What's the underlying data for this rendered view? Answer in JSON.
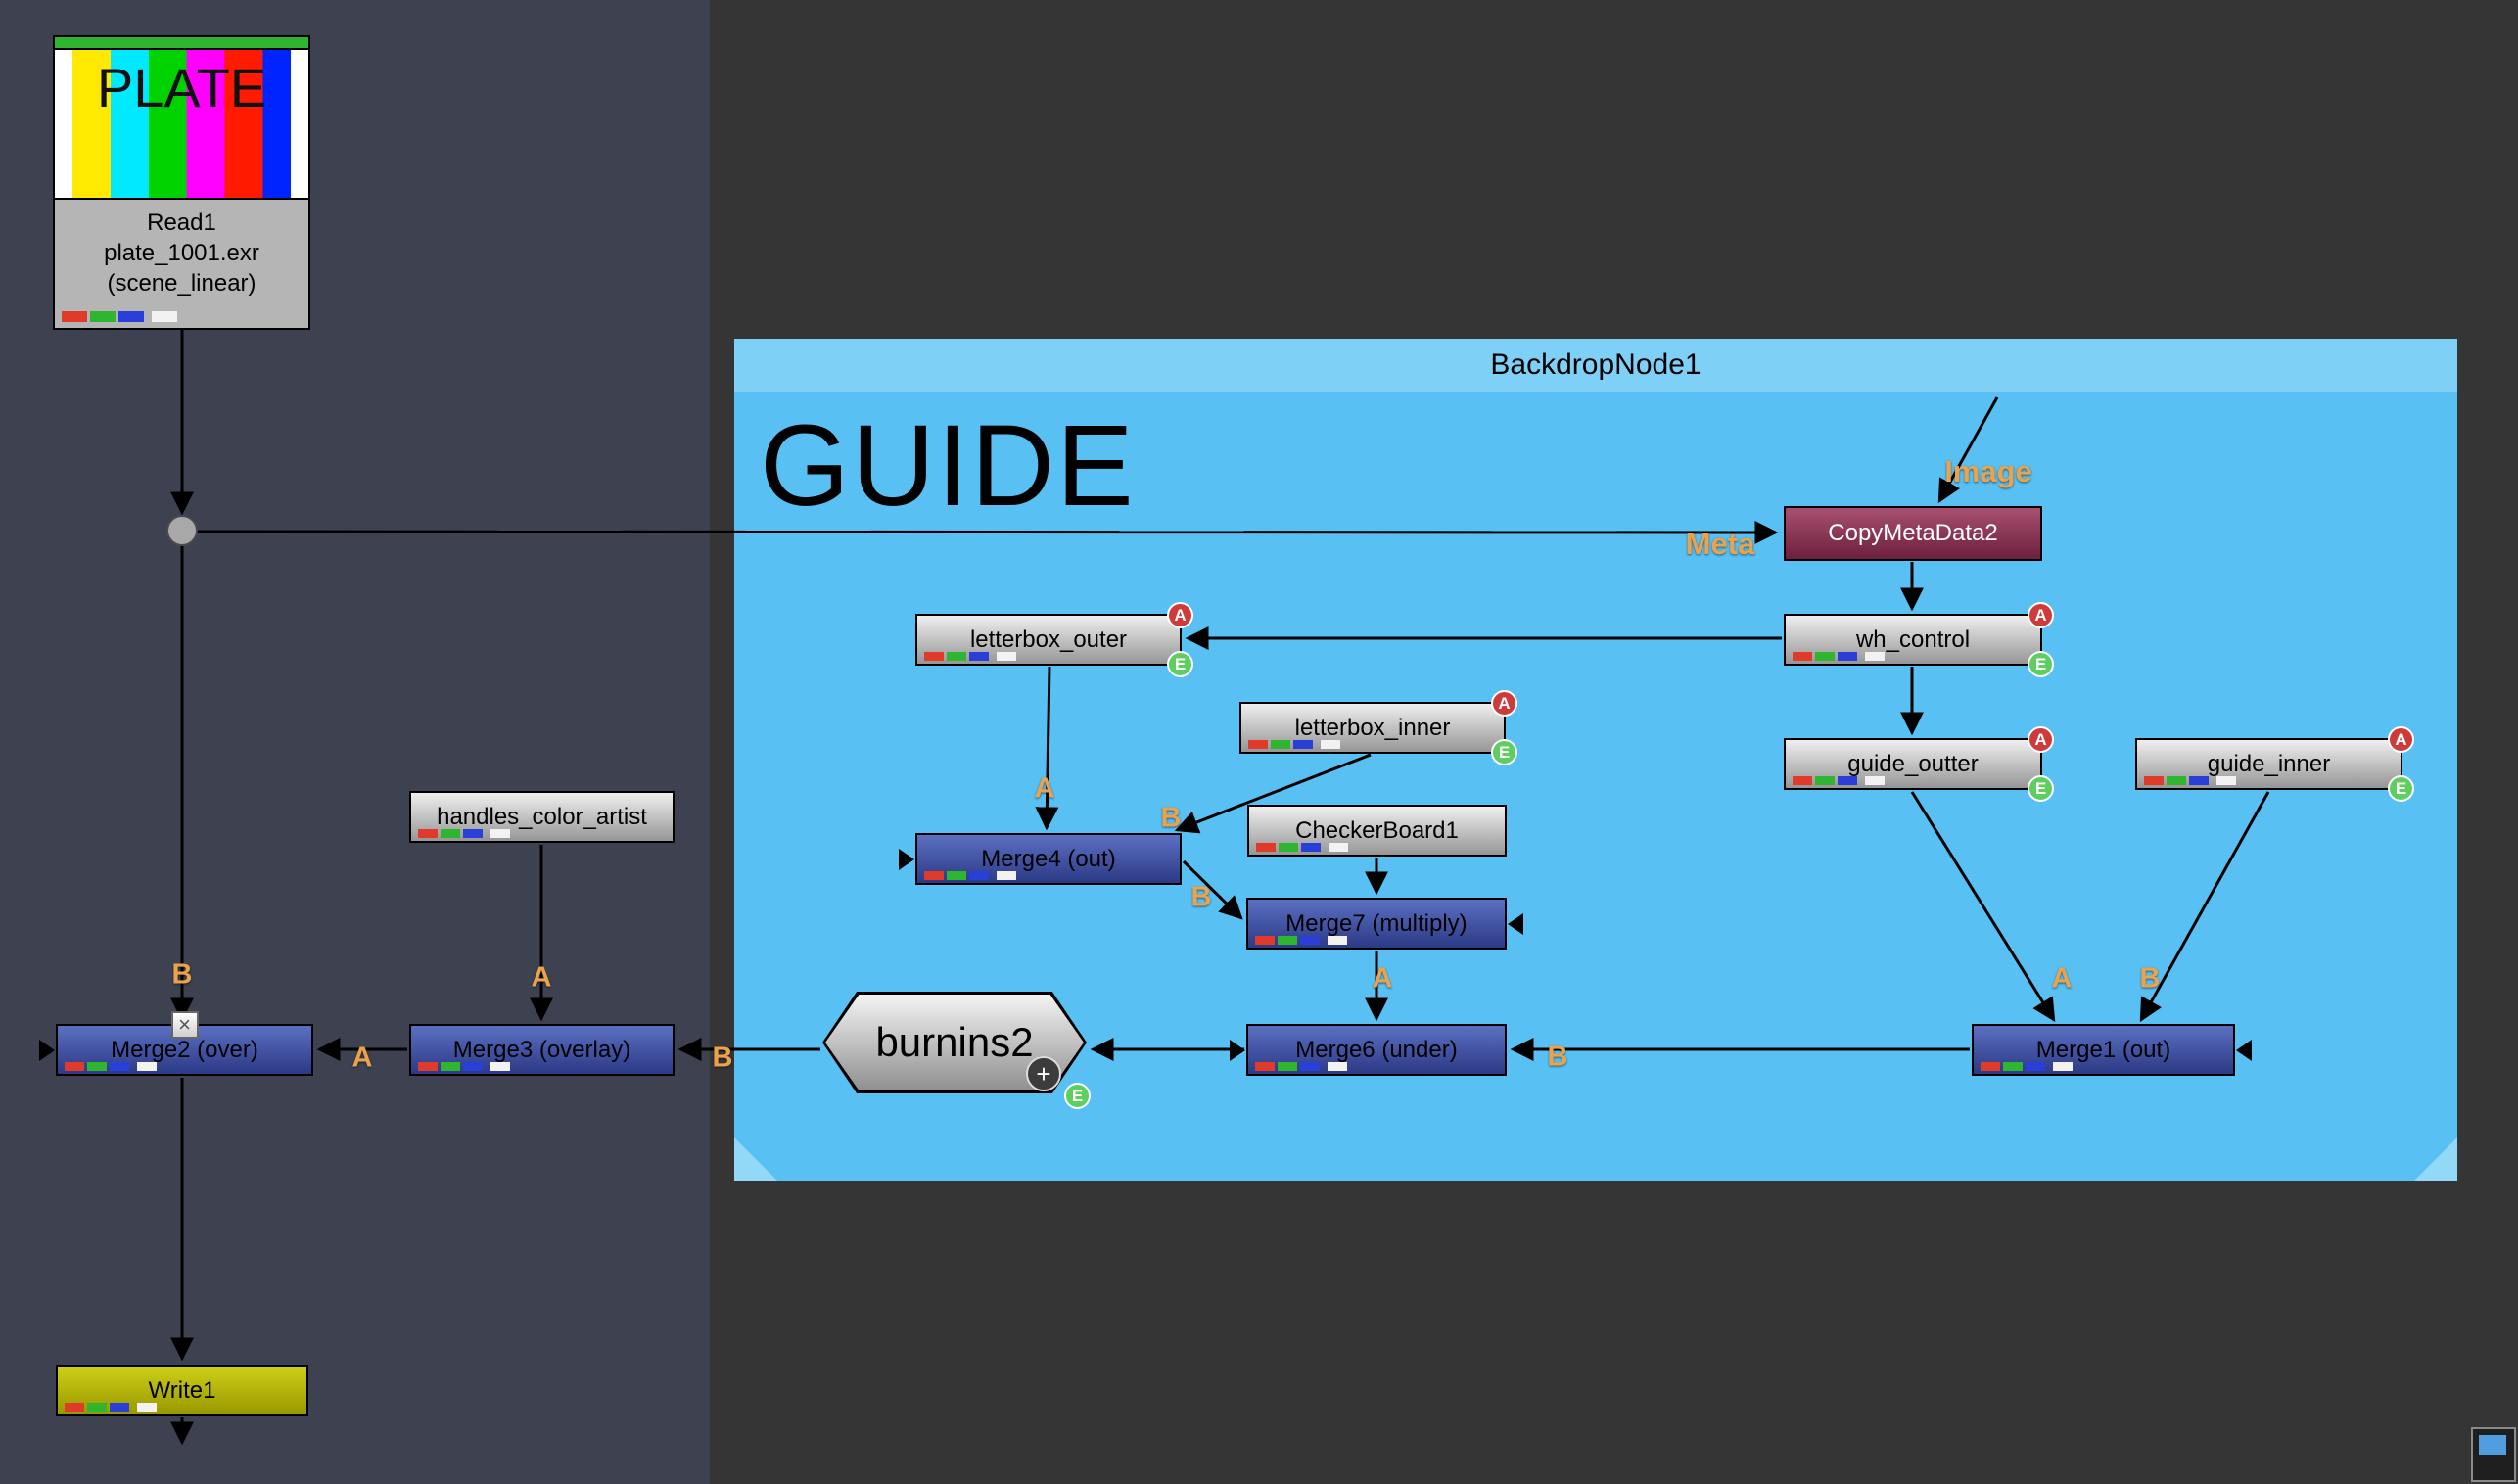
{
  "read_node": {
    "title": "Read1",
    "filename": "plate_1001.exr",
    "colorspace": "(scene_linear)",
    "thumbnail_text": "PLATE"
  },
  "backdrop": {
    "title": "BackdropNode1",
    "label": "GUIDE"
  },
  "nodes": {
    "copymetadata2": "CopyMetaData2",
    "wh_control": "wh_control",
    "letterbox_outer": "letterbox_outer",
    "letterbox_inner": "letterbox_inner",
    "checkerboard1": "CheckerBoard1",
    "merge4": "Merge4 (out)",
    "merge7": "Merge7 (multiply)",
    "guide_outter": "guide_outter",
    "guide_inner": "guide_inner",
    "merge6": "Merge6 (under)",
    "merge1": "Merge1 (out)",
    "burnins2": "burnins2",
    "handles_color_artist": "handles_color_artist",
    "merge3": "Merge3 (overlay)",
    "merge2": "Merge2 (over)",
    "write1": "Write1"
  },
  "wire_labels": {
    "image": "Image",
    "meta": "Meta",
    "merge2_b": "B",
    "merge2_a": "A",
    "merge3_a": "A",
    "merge3_b": "B",
    "merge4_a": "A",
    "merge4_b": "B",
    "merge7_b": "B",
    "merge6_a": "A",
    "merge6_b": "B",
    "merge1_a": "A",
    "merge1_b": "B"
  },
  "badges": {
    "a": "A",
    "e": "E",
    "plus": "+",
    "disable": "×"
  }
}
